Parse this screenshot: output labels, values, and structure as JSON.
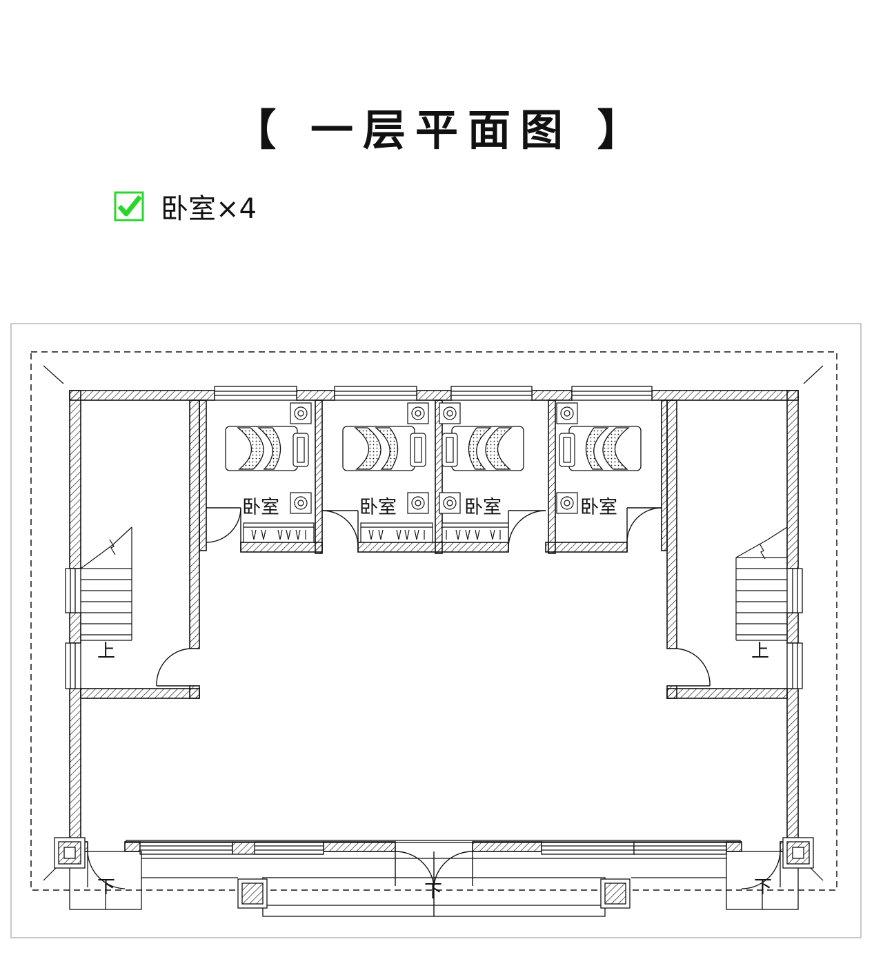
{
  "page": {
    "title": "【 一层平面图 】",
    "feature": {
      "text": "卧室×4",
      "checked": true,
      "check_color": "#2bd62b"
    }
  },
  "plan": {
    "rooms": [
      {
        "label": "卧室"
      },
      {
        "label": "卧室"
      },
      {
        "label": "卧室"
      },
      {
        "label": "卧室"
      }
    ],
    "stairs": [
      {
        "label": "上"
      },
      {
        "label": "上"
      }
    ],
    "steps_down": [
      {
        "label": "下"
      },
      {
        "label": "下"
      },
      {
        "label": "下"
      }
    ],
    "colors": {
      "wall_line": "#111111",
      "hatch": "#111111",
      "dashed_outline": "#111111",
      "frame_border": "#c8c8c8"
    }
  }
}
